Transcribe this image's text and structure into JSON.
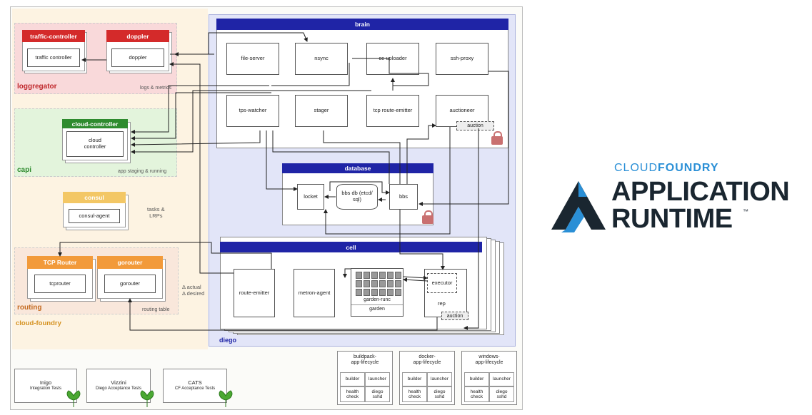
{
  "zones": {
    "loggregator": {
      "label": "loggregator",
      "sub": "logs & metrics"
    },
    "capi": {
      "label": "capi",
      "sub": "app staging & running"
    },
    "routing": {
      "label": "routing",
      "sub": "routing table"
    },
    "cloud_foundry": {
      "label": "cloud-foundry"
    },
    "diego": {
      "label": "diego"
    }
  },
  "components": {
    "traffic_controller": {
      "header": "traffic-controller",
      "label": "traffic controller"
    },
    "doppler": {
      "header": "doppler",
      "label": "doppler"
    },
    "cloud_controller": {
      "header": "cloud-controller",
      "label": "cloud\ncontroller"
    },
    "consul": {
      "header": "consul",
      "label": "consul-agent",
      "note": "tasks &\nLRPs"
    },
    "tcp_router": {
      "header": "TCP Router",
      "label": "tcprouter"
    },
    "gorouter": {
      "header": "gorouter",
      "label": "gorouter"
    },
    "delta_note": "Δ actual\nΔ desired"
  },
  "brain": {
    "title": "brain",
    "items": [
      "file-server",
      "nsync",
      "cc-uploader",
      "ssh-proxy",
      "tps-watcher",
      "stager",
      "tcp route-emitter",
      "auctioneer"
    ],
    "auction": "auction"
  },
  "database": {
    "title": "database",
    "locket": "locket",
    "bbs_db": "bbs db (etcd/\nsql)",
    "bbs": "bbs"
  },
  "cell": {
    "title": "cell",
    "route_emitter": "route-emitter",
    "metron_agent": "metron-agent",
    "garden_runc": "garden-runc",
    "garden": "garden",
    "executor": "executor",
    "rep": "rep",
    "auction": "auction"
  },
  "lifecycles": [
    {
      "title": "buildpack-\napp-lifecycle",
      "cells": [
        "builder",
        "launcher",
        "health\ncheck",
        "diego\nsshd"
      ]
    },
    {
      "title": "docker-\napp-lifecycle",
      "cells": [
        "builder",
        "launcher",
        "health\ncheck",
        "diego\nsshd"
      ]
    },
    {
      "title": "windows-\napp-lifecycle",
      "cells": [
        "builder",
        "launcher",
        "health\ncheck",
        "diego\nsshd"
      ]
    }
  ],
  "tests": [
    {
      "name": "Inigo",
      "desc": "Integration Tests"
    },
    {
      "name": "Vizzini",
      "desc": "Diego Acceptance Tests"
    },
    {
      "name": "CATS",
      "desc": "CF Acceptance Tests"
    }
  ],
  "logo": {
    "brand_light": "CLOUD",
    "brand_bold": "FOUNDRY",
    "line1": "APPLICATION",
    "line2": "RUNTIME",
    "tm": "™"
  },
  "colors": {
    "red": "#d42a2a",
    "green": "#2e8b2e",
    "yellow": "#f3b84a",
    "orange": "#f29a3a",
    "navy": "#1f24a6",
    "logo_blue": "#2a8fd6",
    "logo_dark": "#1a2630"
  }
}
